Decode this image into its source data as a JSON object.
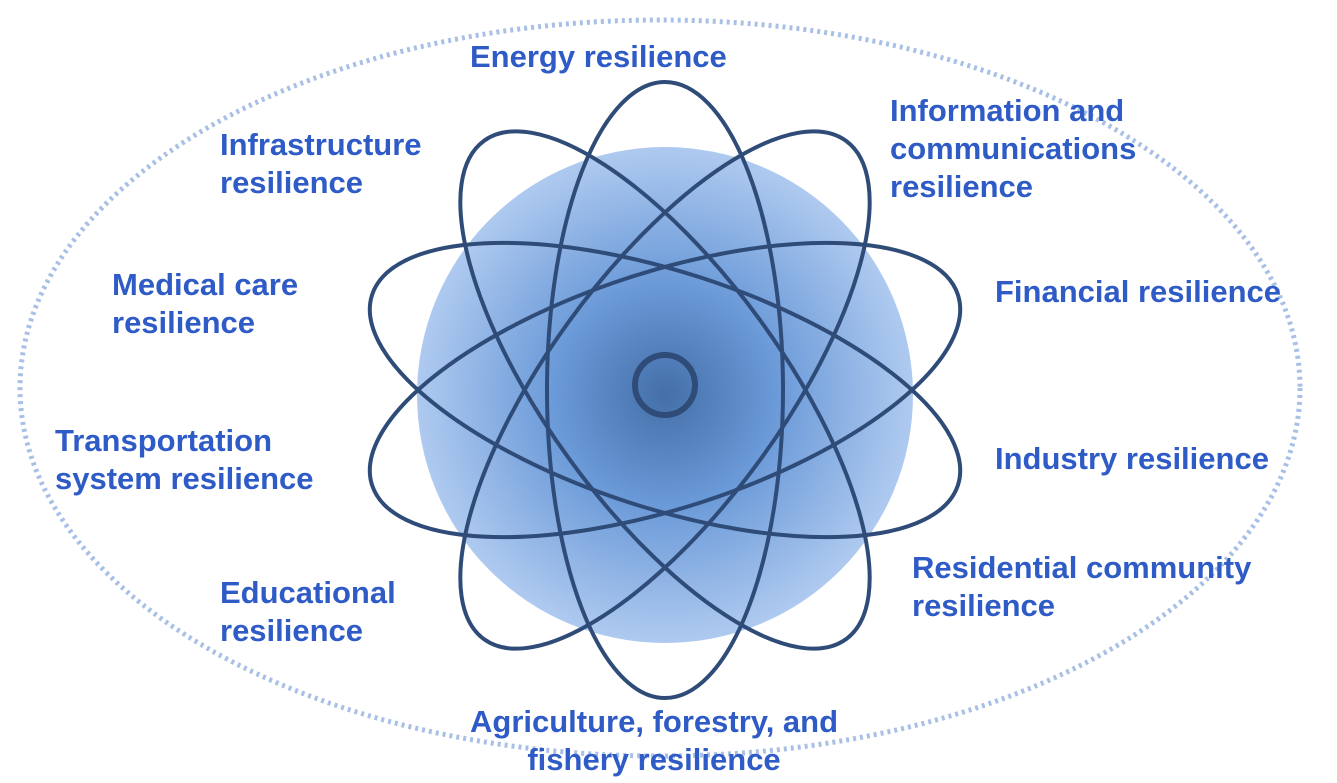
{
  "colors": {
    "label_text": "#2e5bc6",
    "petal_stroke": "#2f4c79",
    "disc_fill": "#5b8fd4",
    "dashed_border": "#a9c0e6"
  },
  "labels": {
    "energy": [
      "Energy resilience"
    ],
    "information": [
      "Information and",
      "communications",
      "resilience"
    ],
    "infrastructure": [
      "Infrastructure",
      "resilience"
    ],
    "financial": [
      "Financial resilience"
    ],
    "medical": [
      "Medical care",
      "resilience"
    ],
    "transportation": [
      "Transportation",
      "system resilience"
    ],
    "industry": [
      "Industry resilience"
    ],
    "residential": [
      "Residential community",
      "resilience"
    ],
    "educational": [
      "Educational",
      "resilience"
    ],
    "agriculture": [
      "Agriculture, forestry, and",
      "fishery resilience"
    ]
  }
}
